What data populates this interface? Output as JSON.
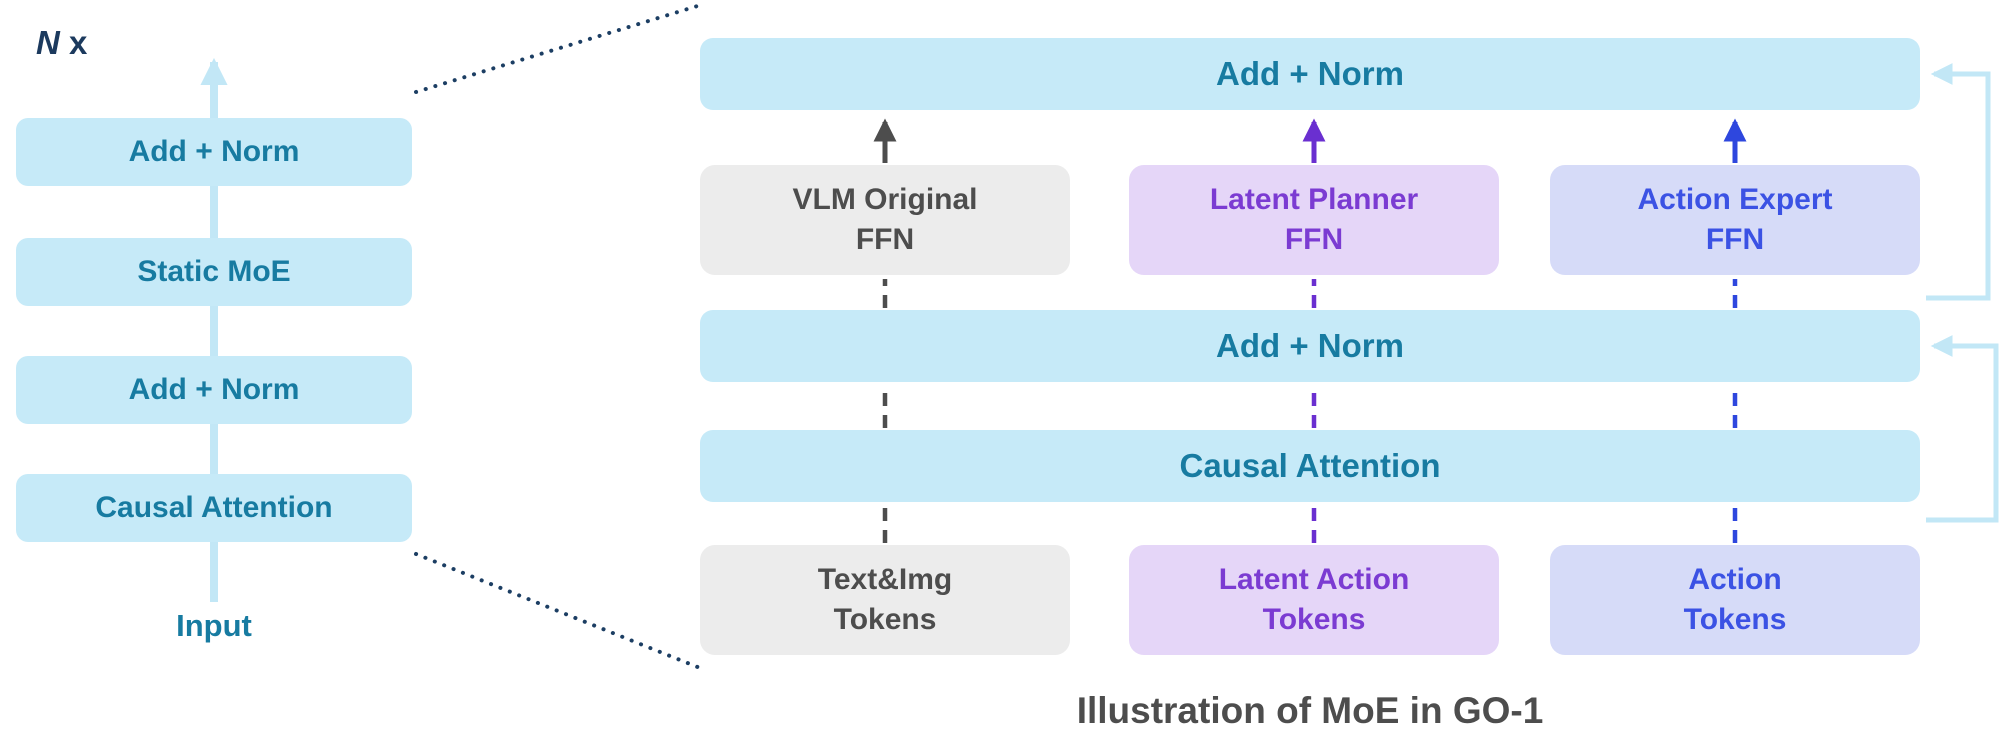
{
  "caption": "Illustration of MoE in GO-1",
  "left_stack": {
    "repeat_label_n": "N",
    "repeat_label_x": " x",
    "boxes": [
      {
        "label": "Add + Norm"
      },
      {
        "label": "Static MoE"
      },
      {
        "label": "Add + Norm"
      },
      {
        "label": "Causal Attention"
      }
    ],
    "input_label": "Input"
  },
  "moe_detail": {
    "top_add_norm_label": "Add + Norm",
    "mid_add_norm_label": "Add + Norm",
    "causal_attention_label": "Causal Attention",
    "experts": [
      {
        "line1": "VLM Original",
        "line2": "FFN"
      },
      {
        "line1": "Latent Planner",
        "line2": "FFN"
      },
      {
        "line1": "Action Expert",
        "line2": "FFN"
      }
    ],
    "tokens": [
      {
        "line1": "Text&Img",
        "line2": "Tokens"
      },
      {
        "line1": "Latent Action",
        "line2": "Tokens"
      },
      {
        "line1": "Action",
        "line2": "Tokens"
      }
    ]
  },
  "colors": {
    "layer_bar_fill": "#c6eaf8",
    "layer_bar_text": "#177ba1",
    "vlm_fill": "#ececec",
    "vlm_text": "#4d4d4d",
    "latent_planner_fill": "#e5d6f8",
    "latent_planner_text": "#7b3bd2",
    "action_expert_fill": "#d6dbf8",
    "action_expert_text": "#3b52e4",
    "residual_line": "#c2e7f6",
    "dotted_guide": "#1c3e63",
    "caption_text": "#4d4d4d"
  }
}
